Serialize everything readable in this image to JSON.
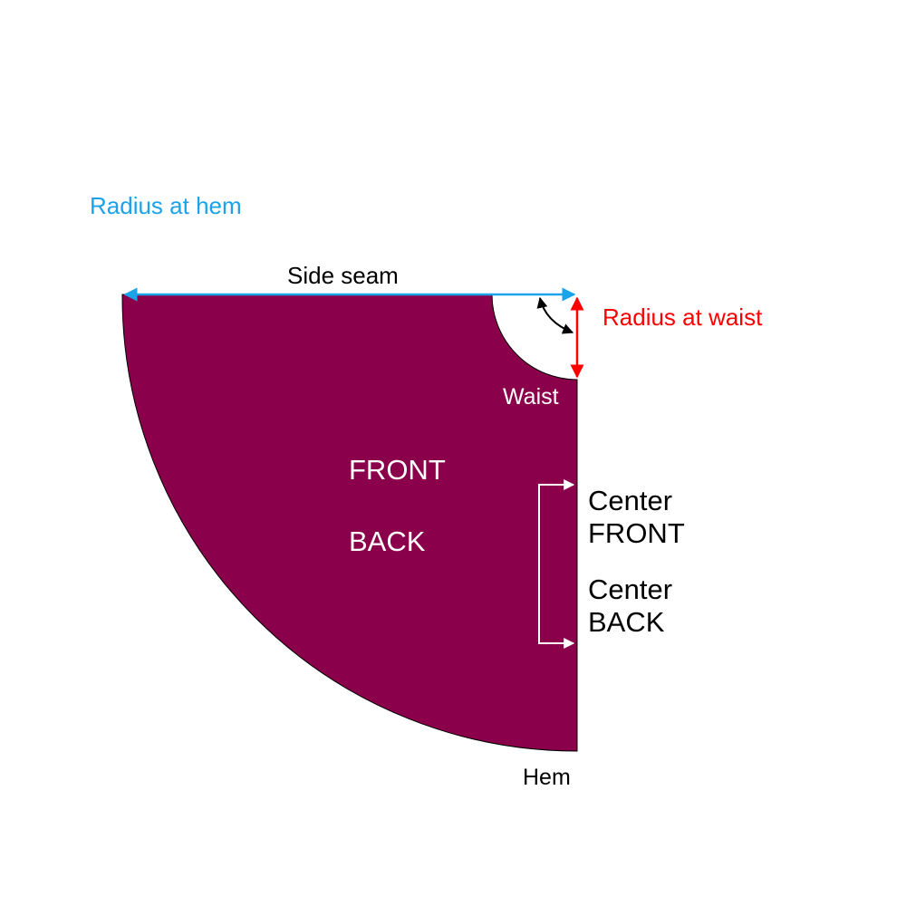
{
  "labels": {
    "radius_hem": "Radius at hem",
    "side_seam": "Side seam",
    "radius_waist": "Radius at waist",
    "waist": "Waist",
    "front": "FRONT",
    "back": "BACK",
    "center_front_line1": "Center",
    "center_front_line2": "FRONT",
    "center_back_line1": "Center",
    "center_back_line2": "BACK",
    "hem": "Hem"
  },
  "colors": {
    "fabric": "#8B004B",
    "hem_radius": "#1AA3E8",
    "waist_radius": "#FF0000",
    "outline": "#000000",
    "fold_bracket": "#FFFFFF"
  }
}
